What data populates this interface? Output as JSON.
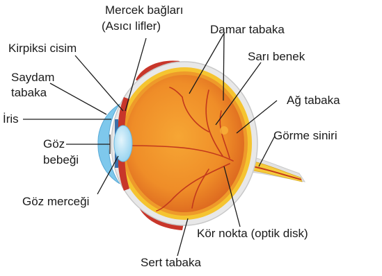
{
  "labels": {
    "lens_ligaments_line1": "Mercek bağları",
    "lens_ligaments_line2": "(Asıcı lifler)",
    "choroid": "Damar tabaka",
    "ciliary_body": "Kirpiksi cisim",
    "macula": "Sarı benek",
    "cornea_line1": "Saydam",
    "cornea_line2": "tabaka",
    "retina": "Ağ tabaka",
    "iris": "İris",
    "pupil_line1": "Göz",
    "pupil_line2": "bebeği",
    "optic_nerve": "Görme siniri",
    "lens": "Göz merceği",
    "blind_spot": "Kör nokta (optik disk)",
    "sclera": "Sert tabaka"
  },
  "colors": {
    "sclera": "#e6e6e6",
    "choroid": "#f5c430",
    "retina": "#f0a028",
    "vitreous_light": "#f39b2a",
    "vitreous_dark": "#d2561a",
    "vessels": "#c2381c",
    "cornea": "#7ec8ec",
    "lens": "#a9dcf2",
    "muscle": "#c8362a",
    "nerve": "#f5c430",
    "leader_line": "#1a1a1a"
  }
}
